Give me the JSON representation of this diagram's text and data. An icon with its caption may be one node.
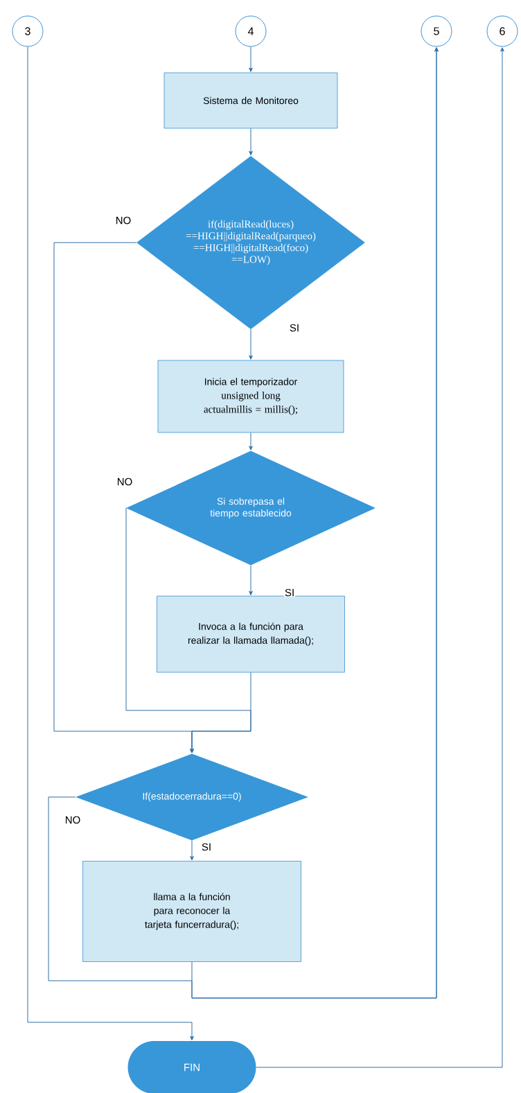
{
  "diagram": {
    "nodes": [
      {
        "text": [
          "3"
        ]
      },
      {
        "text": [
          "4"
        ]
      },
      {
        "text": [
          "5"
        ]
      },
      {
        "text": [
          "6"
        ]
      },
      {
        "text": [
          "Sistema de Monitoreo"
        ]
      },
      {
        "text": [
          "if(digitalRead(luces) ==HIGH||digitalRead(parqueo) ==HIGH||digitalRead(foco) ==LOW)"
        ]
      },
      {
        "text": [
          "Inicia el temporizador",
          "unsigned long actualmillis = millis();"
        ]
      },
      {
        "text": [
          "Si sobrepasa el tiempo establecido"
        ]
      },
      {
        "text": [
          "Invoca a la función para realizar la llamada llamada();"
        ]
      },
      {
        "text": [
          "If(estadocerradura==0)"
        ]
      },
      {
        "text": [
          "llama a la función para reconocer la tarjeta funcerradura();"
        ]
      },
      {
        "text": [
          "FIN"
        ]
      }
    ],
    "edges": [
      {
        "from": 1,
        "to": 4,
        "arrow": "to"
      },
      {
        "from": 4,
        "to": 5,
        "arrow": "to"
      },
      {
        "from": 5,
        "to": 6,
        "arrow": "to",
        "label": "SI"
      },
      {
        "from": 6,
        "to": 7,
        "arrow": "to"
      },
      {
        "from": 7,
        "to": 8,
        "arrow": "to",
        "label": "SI"
      },
      {
        "from": 5,
        "to": 9,
        "arrow": "to",
        "label": "NO"
      },
      {
        "from": 7,
        "to": 9,
        "arrow": "to",
        "label": "NO"
      },
      {
        "from": 8,
        "to": 9,
        "arrow": "to"
      },
      {
        "from": 9,
        "to": 10,
        "arrow": "to",
        "label": "SI"
      },
      {
        "from": 9,
        "to": 2,
        "arrow": "to",
        "label": "NO"
      },
      {
        "from": 10,
        "to": 2,
        "arrow": "to"
      },
      {
        "from": 0,
        "to": 11,
        "arrow": "to"
      },
      {
        "from": 11,
        "to": 3,
        "arrow": "to"
      }
    ]
  }
}
